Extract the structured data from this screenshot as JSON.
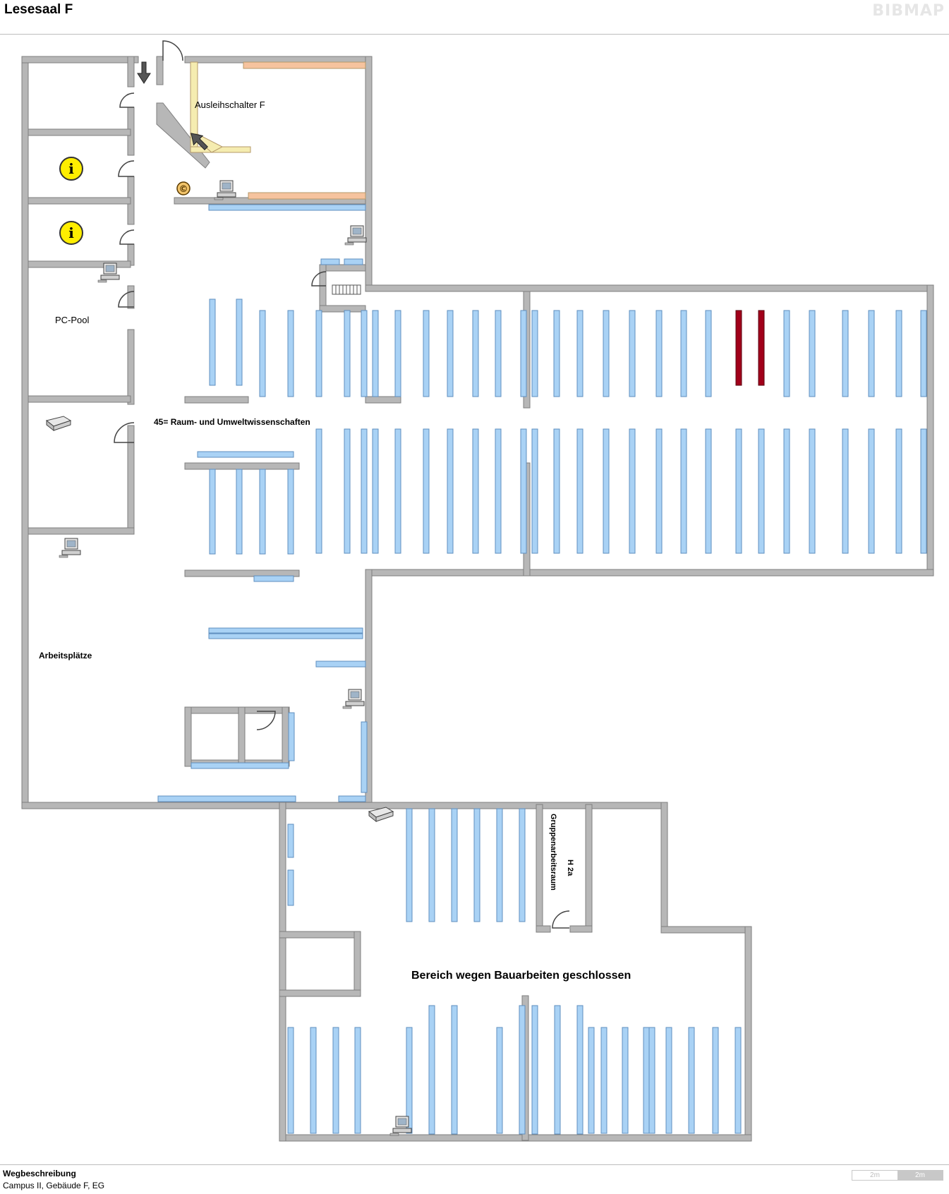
{
  "header": {
    "title": "Lesesaal F",
    "logo": "BIBMAP"
  },
  "map": {
    "labels": {
      "ausleihschalter": "Ausleihschalter F",
      "pc_pool": "PC-Pool",
      "subject_area": "45= Raum- und Umweltwissenschaften",
      "arbeitsplaetze": "Arbeitsplätze",
      "gruppenarbeitsraum": "Gruppenarbeitsraum",
      "room_number": "H 2a",
      "closed_area": "Bereich wegen Bauarbeiten geschlossen"
    },
    "info_glyph": "i",
    "copy_glyph": "©",
    "icons": [
      "computer-icon",
      "printer-icon",
      "info-icon",
      "copyright-icon",
      "arrow-down-icon",
      "arrow-up-left-icon",
      "stairs-icon",
      "door-icon"
    ],
    "colors": {
      "wall": "#b7b7b7",
      "wall_stroke": "#7f7f7f",
      "shelf": "#a9d2f5",
      "shelf_stroke": "#5f8fbf",
      "shelf_highlight": "#a1001a",
      "counter_yellow": "#f5ecb0",
      "counter_orange": "#f6c39e",
      "info_yellow": "#ffee00"
    }
  },
  "footer": {
    "title": "Wegbeschreibung",
    "subtitle": "Campus II, Gebäude F, EG",
    "scale_labels": [
      "2m",
      "2m"
    ]
  }
}
